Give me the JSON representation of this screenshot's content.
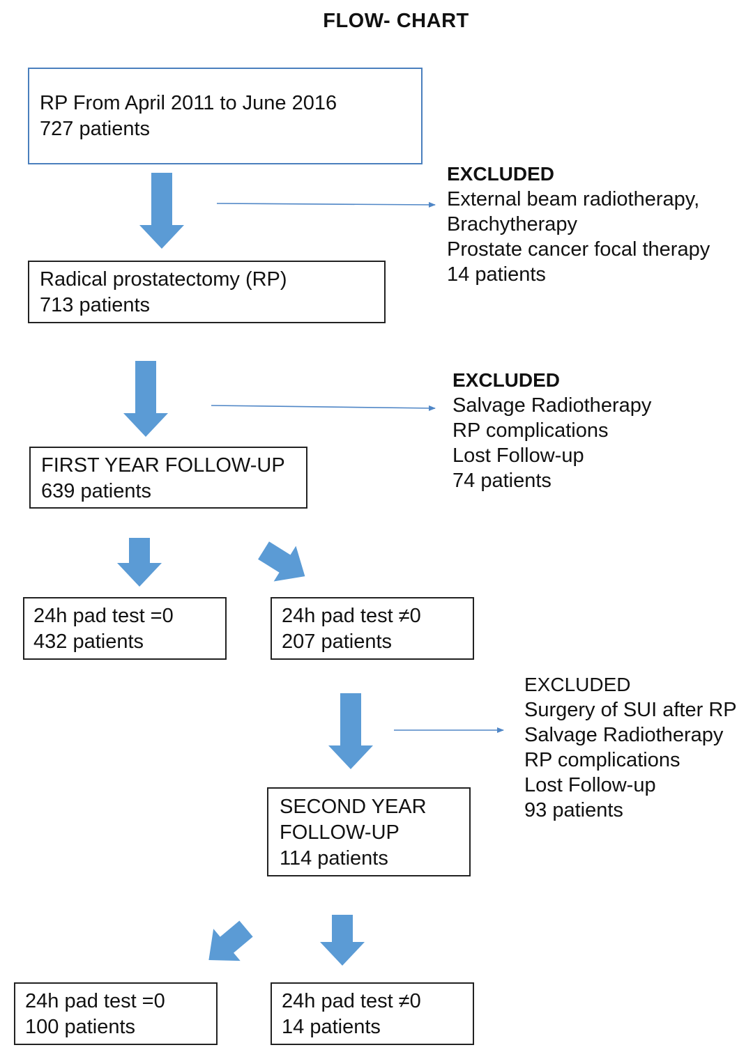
{
  "title": "FLOW- CHART",
  "boxes": {
    "start": {
      "line1": "RP From April 2011 to June 2016",
      "line2": "727 patients"
    },
    "rp": {
      "line1": "Radical prostatectomy (RP)",
      "line2": "713 patients"
    },
    "first_year": {
      "line1": "FIRST YEAR FOLLOW-UP",
      "line2": "639 patients"
    },
    "pad_zero_1": {
      "line1": "24h pad test =0",
      "line2": "432 patients"
    },
    "pad_nonzero_1": {
      "line1": "24h pad test ≠0",
      "line2": "207 patients"
    },
    "second_year": {
      "line1": "SECOND YEAR",
      "line2": "FOLLOW-UP",
      "line3": "114 patients"
    },
    "pad_zero_2": {
      "line1": "24h pad test =0",
      "line2": "100 patients"
    },
    "pad_nonzero_2": {
      "line1": "24h pad test ≠0",
      "line2": "14 patients"
    }
  },
  "excluded": {
    "first": {
      "heading": "EXCLUDED",
      "items": [
        "External beam radiotherapy,",
        "Brachytherapy",
        "Prostate cancer focal therapy"
      ],
      "count": "14 patients"
    },
    "second": {
      "heading": "EXCLUDED",
      "items": [
        "Salvage Radiotherapy",
        "RP complications",
        "Lost Follow-up"
      ],
      "count": "74 patients"
    },
    "third": {
      "heading": "EXCLUDED",
      "items": [
        "Surgery of SUI after RP",
        "Salvage Radiotherapy",
        "RP complications",
        "Lost Follow-up"
      ],
      "count": "93 patients"
    }
  },
  "colors": {
    "arrow": "#5b9bd5",
    "thin_arrow": "#4f86c6",
    "text": "#111111"
  }
}
